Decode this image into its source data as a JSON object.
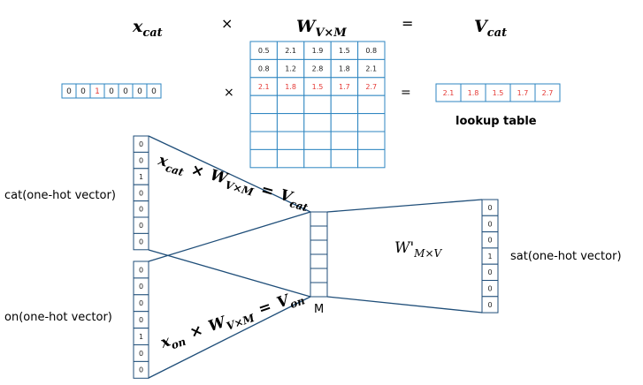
{
  "colors": {
    "cell_border": "#2e86c1",
    "matrix_border": "#1f4e79",
    "highlight": "#e53935",
    "text": "#222222"
  },
  "header": {
    "x_sym": "x",
    "x_sub": "cat",
    "times": "×",
    "w_sym": "W",
    "w_sub": "V×M",
    "equals": "=",
    "v_sym": "V",
    "v_sub": "cat"
  },
  "one_hot_cat_row": [
    "0",
    "0",
    "1",
    "0",
    "0",
    "0",
    "0"
  ],
  "one_hot_cat_hot_index": 2,
  "row_times": "×",
  "row_equals": "=",
  "matrix_rows": [
    [
      "0.5",
      "2.1",
      "1.9",
      "1.5",
      "0.8"
    ],
    [
      "0.8",
      "1.2",
      "2.8",
      "1.8",
      "2.1"
    ],
    [
      "2.1",
      "1.8",
      "1.5",
      "1.7",
      "2.7"
    ],
    [
      "",
      "",
      "",
      "",
      ""
    ],
    [
      "",
      "",
      "",
      "",
      ""
    ],
    [
      "",
      "",
      "",
      "",
      ""
    ],
    [
      "",
      "",
      "",
      "",
      ""
    ]
  ],
  "matrix_highlight_row": 2,
  "result_vector": [
    "2.1",
    "1.8",
    "1.5",
    "1.7",
    "2.7"
  ],
  "lookup_label": "lookup table",
  "cat_vector": [
    "0",
    "0",
    "1",
    "0",
    "0",
    "0",
    "0"
  ],
  "cat_label": "cat(one-hot vector)",
  "on_vector": [
    "0",
    "0",
    "0",
    "0",
    "1",
    "0",
    "0"
  ],
  "on_label": "on(one-hot vector)",
  "sat_vector": [
    "0",
    "0",
    "0",
    "1",
    "0",
    "0",
    "0"
  ],
  "sat_label": "sat(one-hot vector)",
  "hidden_cells": 6,
  "hidden_label": "M",
  "eq_cat": {
    "x": "x",
    "x_sub": "cat",
    "times": "×",
    "w": "W",
    "w_sub": "V×M",
    "eq": "=",
    "v": "V",
    "v_sub": "cat"
  },
  "eq_on": {
    "x": "x",
    "x_sub": "on",
    "times": "×",
    "w": "W",
    "w_sub": "V×M",
    "eq": "=",
    "v": "V",
    "v_sub": "on"
  },
  "w_prime": {
    "w": "W'",
    "sub": "M×V"
  }
}
